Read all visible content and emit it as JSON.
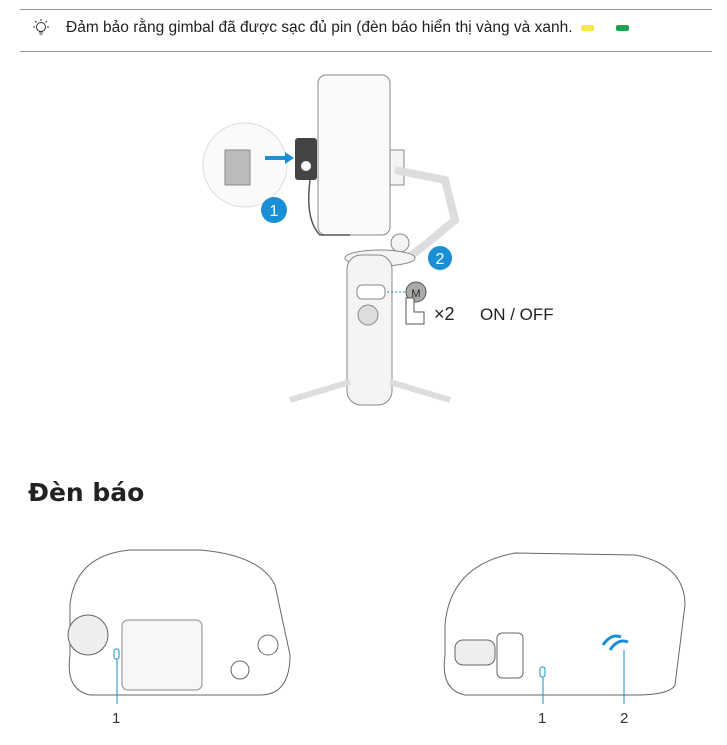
{
  "tip": {
    "icon": "lightbulb-icon",
    "text": "Đảm bảo rằng gimbal đã được sạc đủ pin (đèn báo hiển thị vàng và xanh.",
    "led_colors": [
      "#f7e84a",
      "#1aa34a"
    ]
  },
  "figure1": {
    "step1": "1",
    "step2": "2",
    "button": "M",
    "press_count": "×2",
    "action": "ON / OFF",
    "accent": "#1a8fd6"
  },
  "section": {
    "title": "Đèn báo"
  },
  "figure2": {
    "left_callout": "1",
    "right_callouts": [
      "1",
      "2"
    ]
  }
}
